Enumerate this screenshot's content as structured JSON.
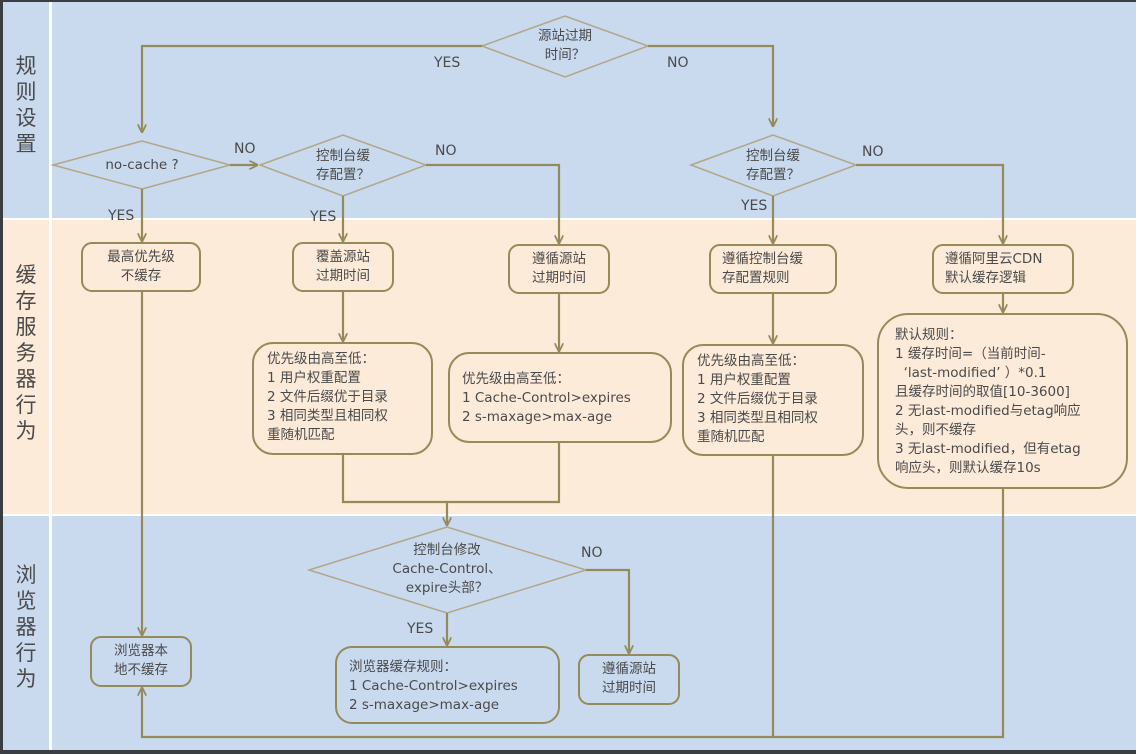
{
  "colors": {
    "lane_blue": "#c9daef",
    "lane_peach": "#fdebd9",
    "line": "#958a5a",
    "diamond": "#b1a786",
    "text": "#4a4a4a"
  },
  "lanes": [
    {
      "name": "rule-setting",
      "label_chars": [
        "规",
        "则",
        "设",
        "置"
      ]
    },
    {
      "name": "cache-server-behavior",
      "label_chars": [
        "缓",
        "存",
        "服",
        "务",
        "器",
        "行",
        "为"
      ]
    },
    {
      "name": "browser-behavior",
      "label_chars": [
        "浏",
        "览",
        "器",
        "行",
        "为"
      ]
    }
  ],
  "decisions": {
    "origin_expire": "源站过期\n时间？",
    "no_cache": "no-cache ?",
    "console_config_left": "控制台缓\n存配置？",
    "console_config_right": "控制台缓\n存配置？",
    "console_modify": "控制台修改\nCache-Control、\nexpire头部？"
  },
  "edge_labels": {
    "yes": "YES",
    "no": "NO"
  },
  "process": {
    "highest_priority": "最高优先级\n不缓存",
    "override_origin": "覆盖源站\n过期时间",
    "follow_origin": "遵循源站\n过期时间",
    "follow_console": "遵循控制台缓\n存配置规则",
    "follow_aliyun": "遵循阿里云CDN\n默认缓存逻辑",
    "priority_left": "优先级由高至低：\n1 用户权重配置\n2 文件后缀优于目录\n3 相同类型且相同权\n重随机匹配",
    "priority_middle": "优先级由高至低：\n1 Cache-Control>expires\n2 s-maxage>max-age",
    "priority_right": "优先级由高至低：\n1 用户权重配置\n2 文件后缀优于目录\n3 相同类型且相同权\n重随机匹配",
    "default_rules": "默认规则：\n1 缓存时间=（当前时间-\n  ‘last-modified’ ）*0.1\n且缓存时间的取值[10-3600]\n2 无last-modified与etag响应\n头，则不缓存\n3 无last-modified，但有etag\n响应头，则默认缓存10s",
    "browser_no_cache": "浏览器本\n地不缓存",
    "browser_rules": "浏览器缓存规则：\n1 Cache-Control>expires\n2 s-maxage>max-age",
    "browser_follow_origin": "遵循源站\n过期时间"
  }
}
